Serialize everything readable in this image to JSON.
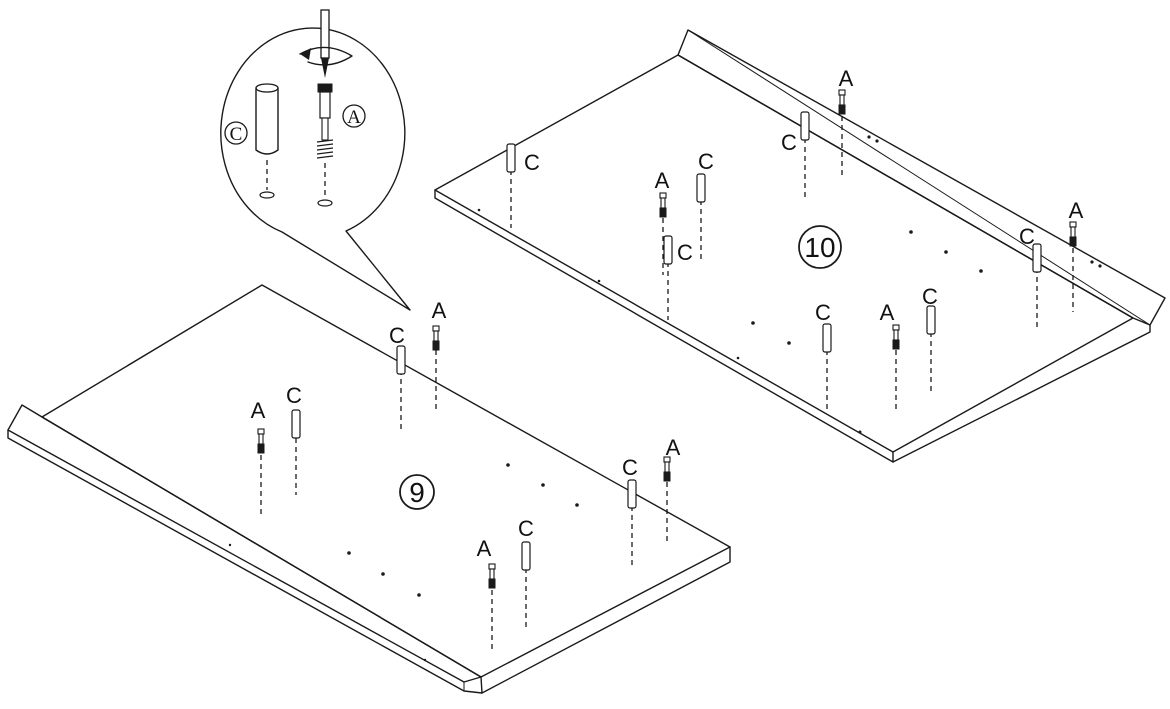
{
  "steps": {
    "step9": "9",
    "step10": "10"
  },
  "parts": {
    "dowel": "C",
    "cam_bolt": "A"
  },
  "detail": {
    "dowel_label": "C",
    "cam_bolt_label": "A"
  },
  "icons": {
    "screwdriver": "screwdriver-icon",
    "rotation_arrow": "rotate-arrow-icon"
  },
  "colors": {
    "ink": "#1a1a1a",
    "background": "#ffffff"
  }
}
